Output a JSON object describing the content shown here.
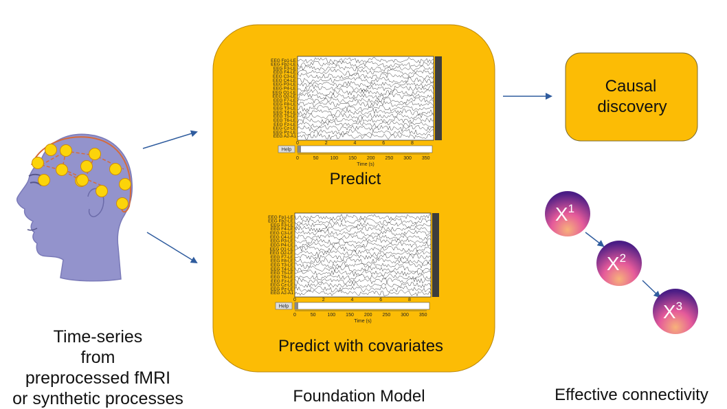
{
  "left_caption": [
    "Time-series",
    "from",
    "preprocessed fMRI",
    "or synthetic processes"
  ],
  "center_caption": "Foundation Model",
  "right_caption": "Effective connectivity",
  "panel_top_label": "Predict",
  "panel_bottom_label": "Predict with covariates",
  "causal_box": [
    "Causal",
    "discovery"
  ],
  "eeg": {
    "channels": [
      "EEG Fp1-LE",
      "EEG Fp2-LE",
      "EEG F3-LE",
      "EEG F4-LE",
      "EEG C3-LE",
      "EEG C4-LE",
      "EEG P3-LE",
      "EEG P4-LE",
      "EEG O1-LE",
      "EEG O2-LE",
      "EEG F7-LE",
      "EEG F8-LE",
      "EEG T3-LE",
      "EEG T4-LE",
      "EEG T5-LE",
      "EEG T6-LE",
      "EEG Fz-LE",
      "EEG Cz-LE",
      "EEG Pz-LE",
      "EEG A2-A1"
    ],
    "help_label": "Help",
    "time_ticks_top": [
      "0",
      "2",
      "4",
      "6",
      "8"
    ],
    "time_ticks_bottom": [
      "0",
      "50",
      "100",
      "150",
      "200",
      "250",
      "300",
      "350"
    ],
    "time_label": "Time (s)"
  },
  "nodes": [
    {
      "base": "X",
      "sup": "1"
    },
    {
      "base": "X",
      "sup": "2"
    },
    {
      "base": "X",
      "sup": "3"
    }
  ],
  "colors": {
    "panel": "#fcbc05",
    "panel_border": "#b8860b",
    "arrow": "#2f5c9e",
    "head_fill": "#9393cc",
    "electrode": "#fcd40a"
  }
}
